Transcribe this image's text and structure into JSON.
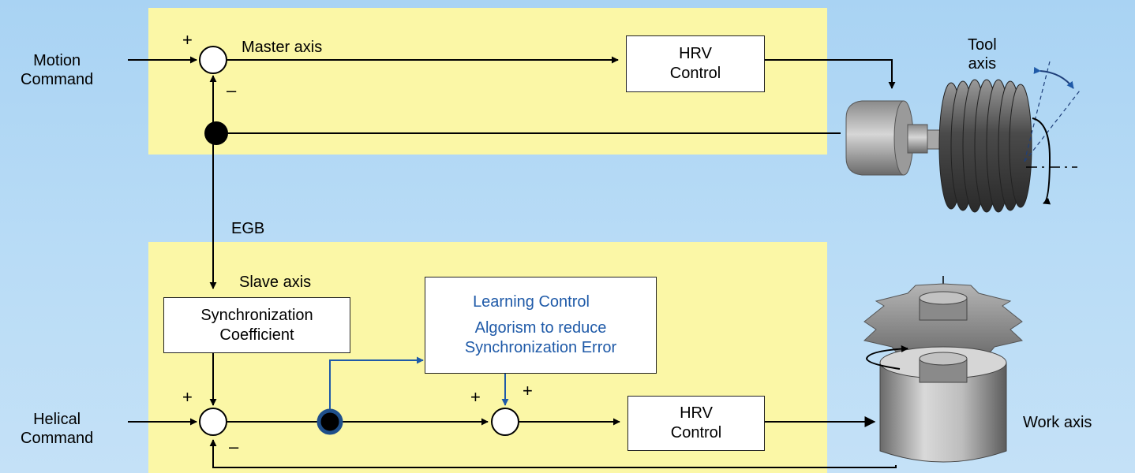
{
  "inputs": {
    "motion_command": [
      "Motion",
      "Command"
    ],
    "helical_command": [
      "Helical",
      "Command"
    ]
  },
  "labels": {
    "master_axis": "Master axis",
    "slave_axis": "Slave axis",
    "egb": "EGB",
    "tool_axis": [
      "Tool",
      "axis"
    ],
    "work_axis": "Work axis"
  },
  "blocks": {
    "hrv_top": [
      "HRV",
      "Control"
    ],
    "sync_coefficient": [
      "Synchronization",
      "Coefficient"
    ],
    "learning_control_title": "Learning Control",
    "learning_control_desc": [
      "Algorism to reduce",
      "Synchronization Error"
    ],
    "hrv_bottom": [
      "HRV",
      "Control"
    ]
  },
  "signs": {
    "plus": "+",
    "minus": "–"
  },
  "colors": {
    "panel": "#fbf7a6",
    "background": "#b9dcf6",
    "learning_blue": "#1f5aa8",
    "pickoff_ring": "#1f4f8a"
  }
}
